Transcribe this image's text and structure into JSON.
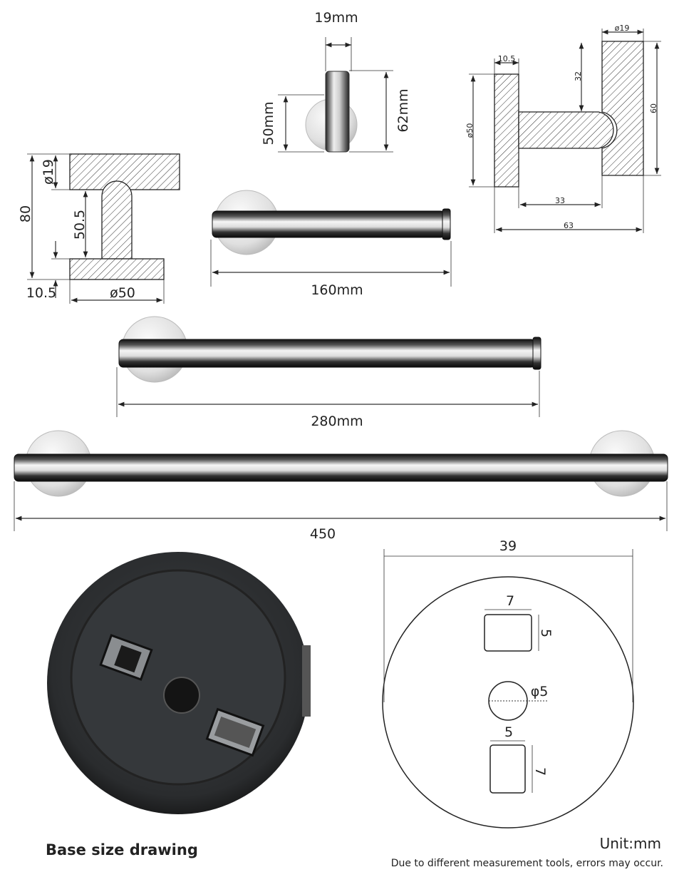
{
  "hook_front": {
    "width": "19mm",
    "base_height": "50mm",
    "total_height": "62mm"
  },
  "hook_section": {
    "rod_diameter": "ø19",
    "base_thickness": "10.5",
    "gap": "32",
    "height": "60",
    "base_diameter": "ø50",
    "rod_length": "33",
    "total_depth": "63"
  },
  "hook_small_section": {
    "total": "80",
    "rod_diameter": "ø19",
    "gap": "50.5",
    "base_thickness": "10.5",
    "base_diameter": "ø50"
  },
  "paper_holder": {
    "length": "160mm"
  },
  "towel_bar_short": {
    "length": "280mm"
  },
  "towel_bar_long": {
    "length": "450"
  },
  "base_drawing": {
    "diameter": "39",
    "slot1_width": "7",
    "slot1_height": "5",
    "hole": "φ5",
    "slot2_width": "5",
    "slot2_height": "7"
  },
  "footer": {
    "caption": "Base size drawing",
    "unit": "Unit:mm",
    "disclaimer": "Due to different measurement tools, errors may occur."
  },
  "colors": {
    "line": "#333333",
    "chrome_dark": "#111111",
    "chrome_light": "#f2f2f2",
    "base_photo": "#2b2d2f"
  }
}
